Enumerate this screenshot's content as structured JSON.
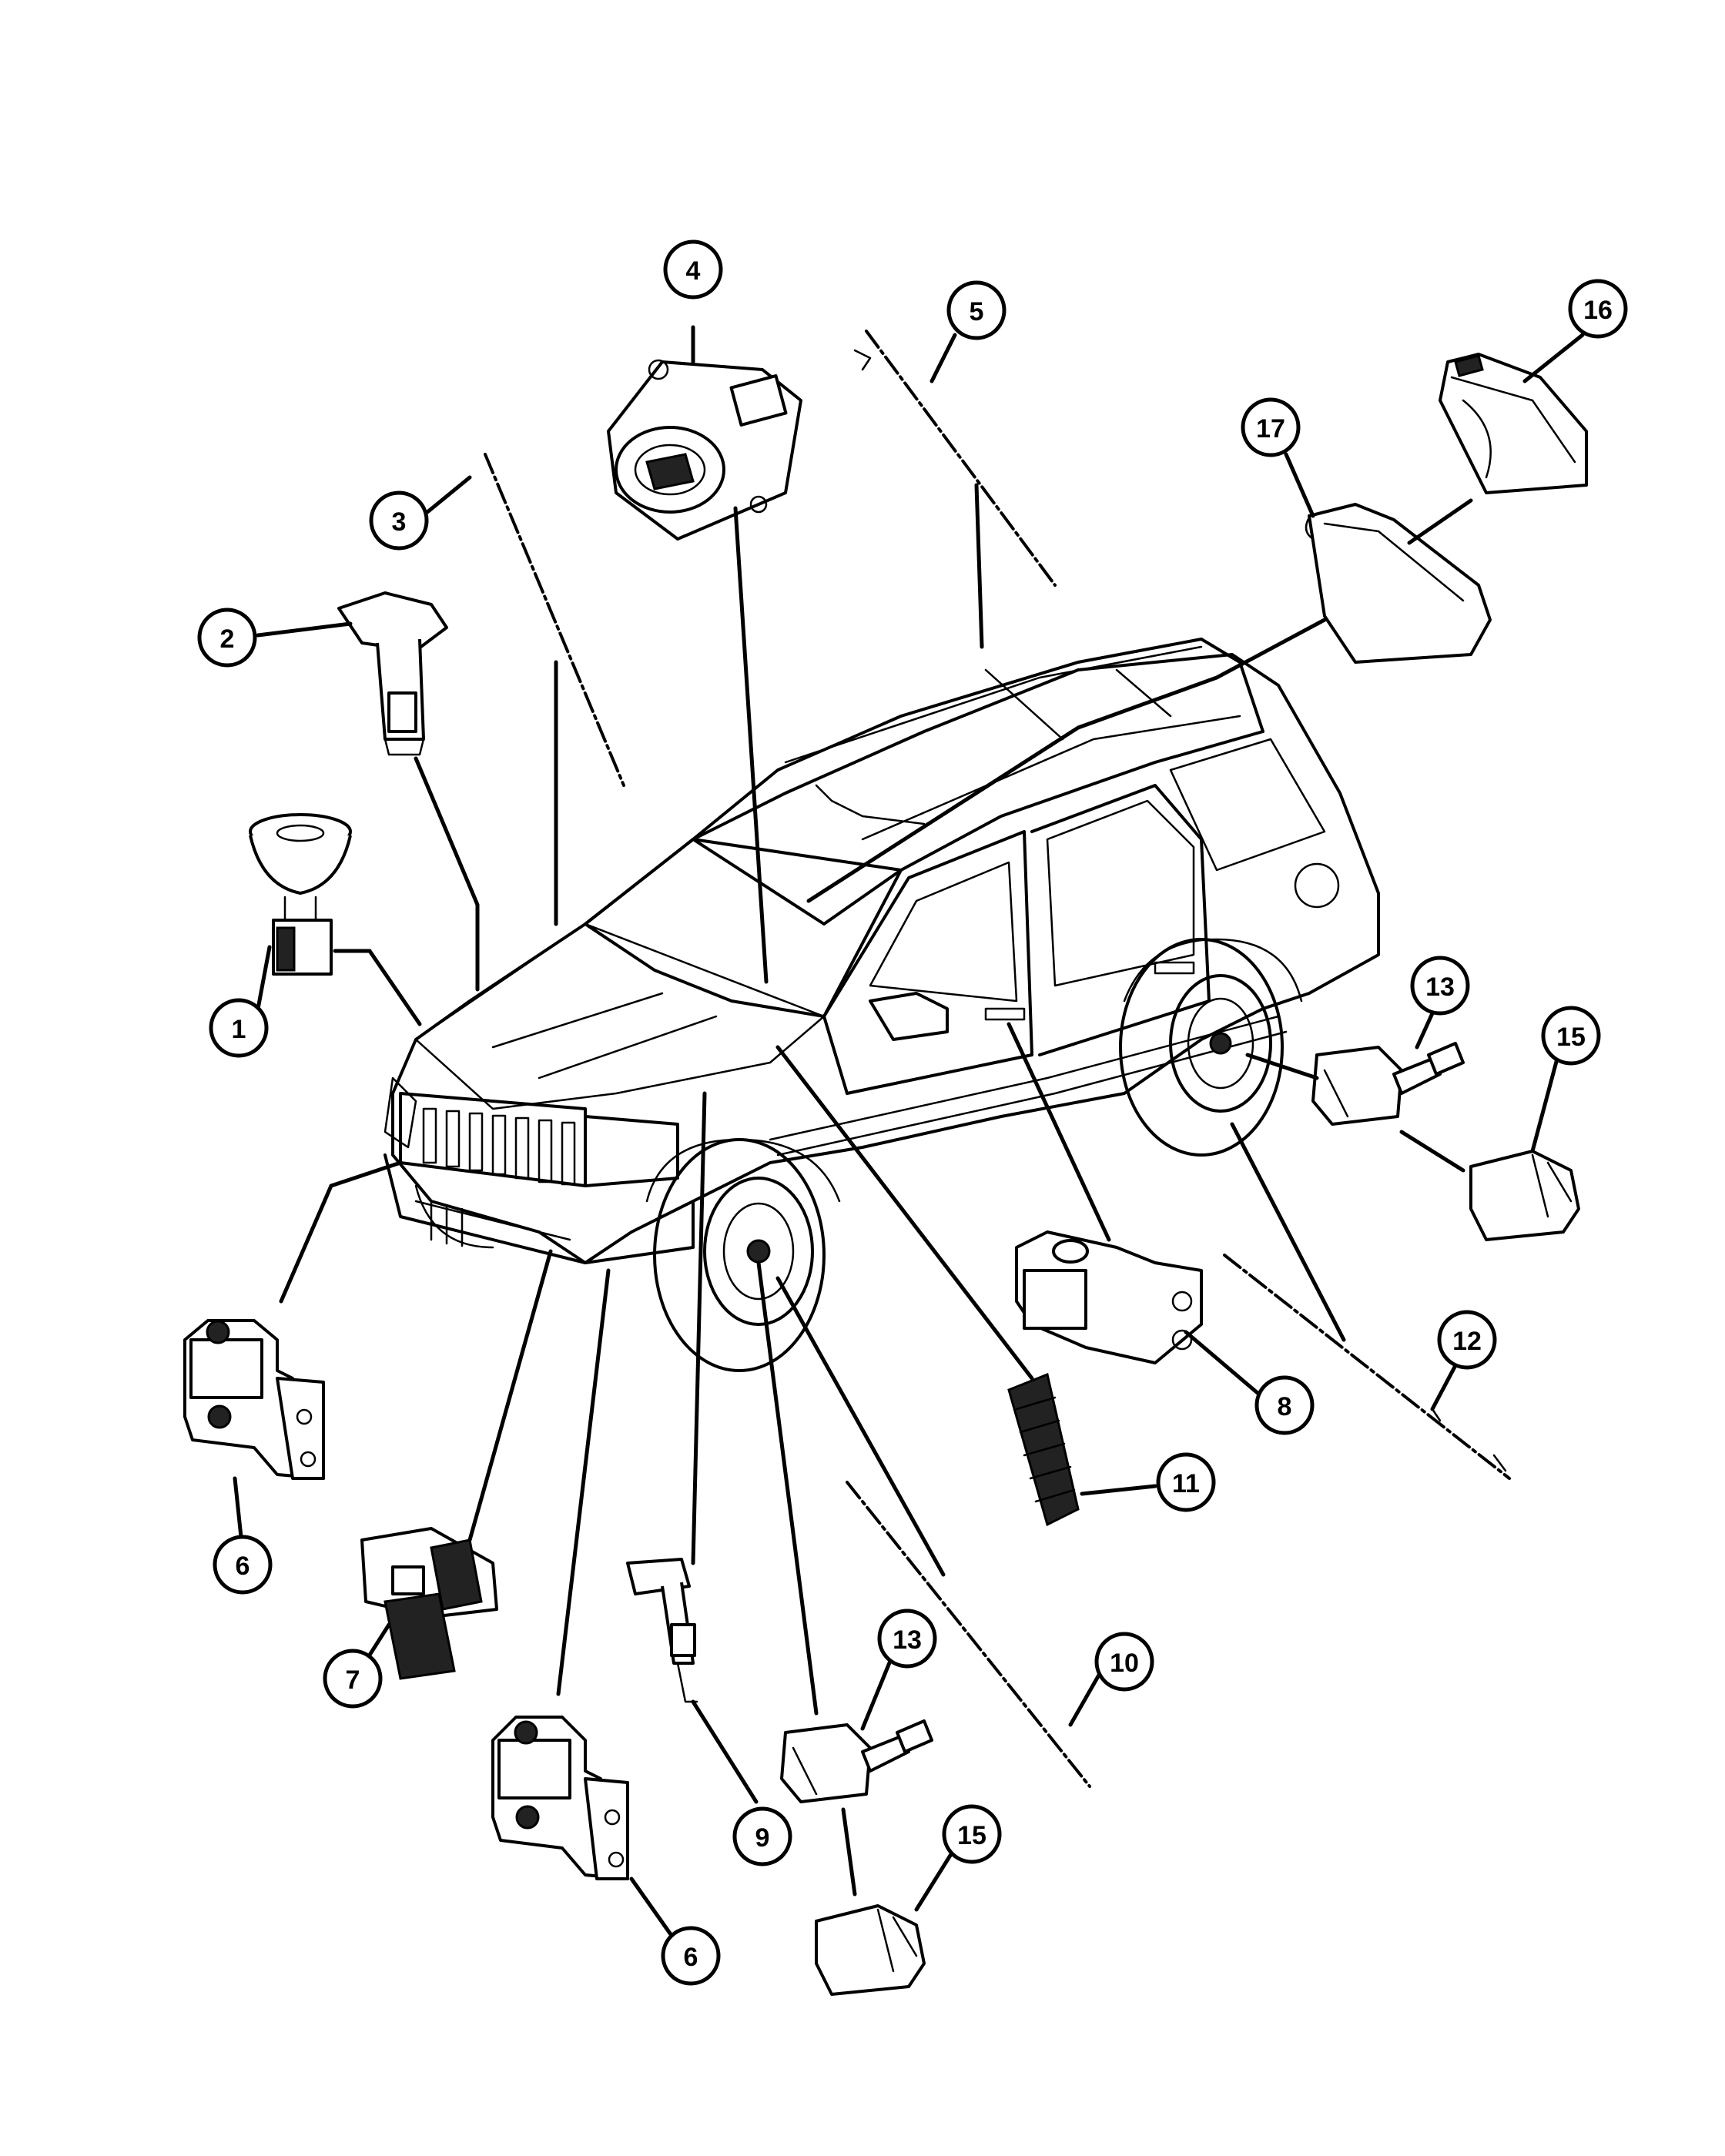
{
  "callouts": [
    {
      "id": "c1",
      "label": "1"
    },
    {
      "id": "c2",
      "label": "2"
    },
    {
      "id": "c3",
      "label": "3"
    },
    {
      "id": "c4",
      "label": "4"
    },
    {
      "id": "c5",
      "label": "5"
    },
    {
      "id": "c6a",
      "label": "6"
    },
    {
      "id": "c6b",
      "label": "6"
    },
    {
      "id": "c7",
      "label": "7"
    },
    {
      "id": "c8",
      "label": "8"
    },
    {
      "id": "c9",
      "label": "9"
    },
    {
      "id": "c10",
      "label": "10"
    },
    {
      "id": "c11",
      "label": "11"
    },
    {
      "id": "c12",
      "label": "12"
    },
    {
      "id": "c13a",
      "label": "13"
    },
    {
      "id": "c13b",
      "label": "13"
    },
    {
      "id": "c15a",
      "label": "15"
    },
    {
      "id": "c15b",
      "label": "15"
    },
    {
      "id": "c16",
      "label": "16"
    },
    {
      "id": "c17",
      "label": "17"
    }
  ]
}
